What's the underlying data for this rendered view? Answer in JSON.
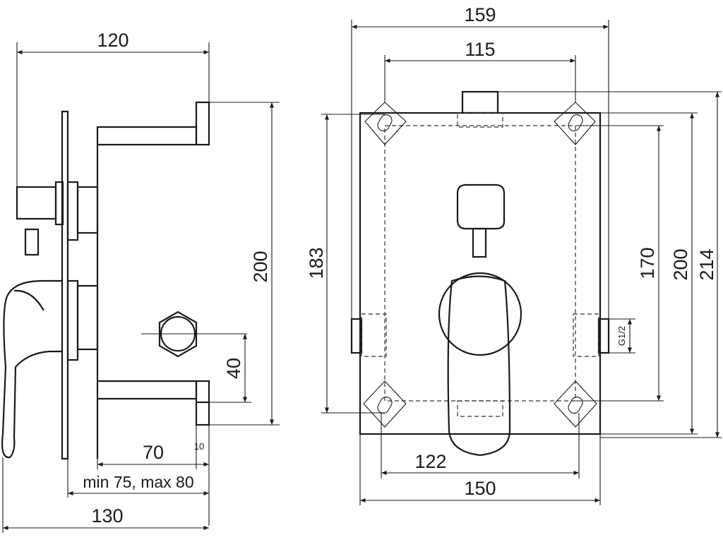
{
  "dimensions": {
    "side_width_120": "120",
    "side_height_200": "200",
    "side_outlet_40": "40",
    "side_depth_70": "70",
    "side_offset_10": "10",
    "side_range": "min 75, max 80",
    "side_total_130": "130",
    "front_width_159": "159",
    "front_holes_115": "115",
    "front_height_183": "183",
    "front_height_170": "170",
    "front_height_200": "200",
    "front_height_214": "214",
    "front_thread": "G1/2",
    "front_holes_122": "122",
    "front_width_150": "150"
  }
}
